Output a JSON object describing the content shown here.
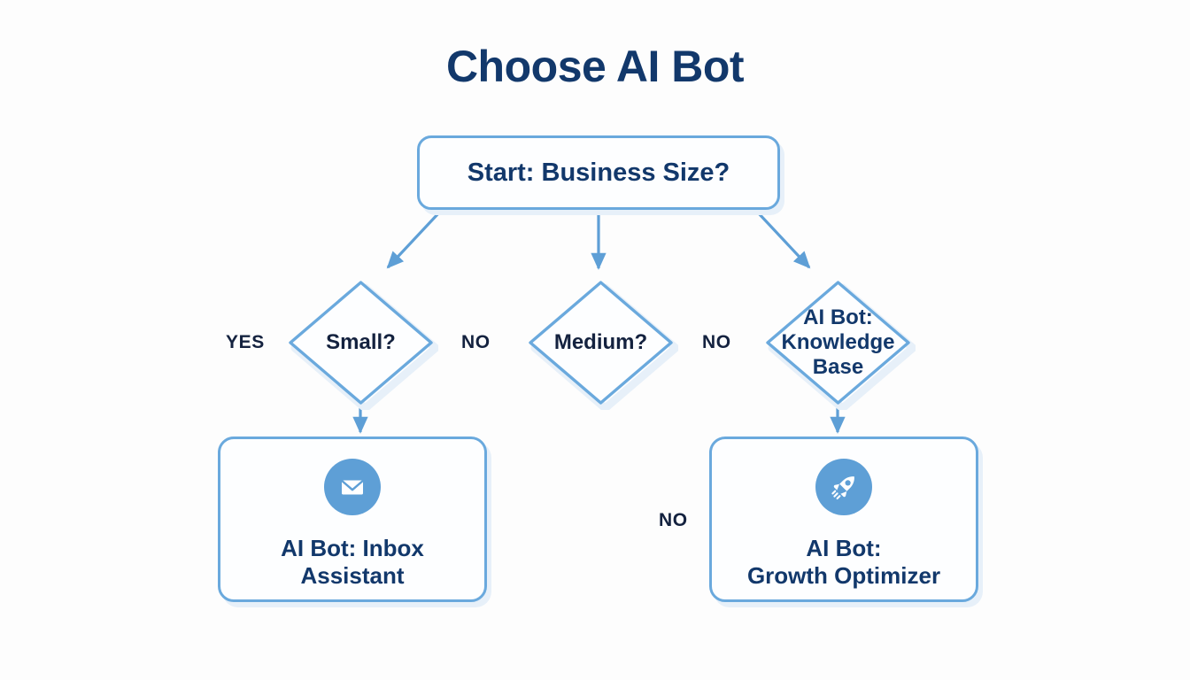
{
  "title": "Choose AI Bot",
  "theme": {
    "background": "#fdfdfd",
    "title_color": "#12386b",
    "node_border": "#6aa9dd",
    "node_fill": "#fdfeff",
    "node_shadow": "#e7f0f9",
    "arrow_color": "#5e9fd6",
    "icon_circle": "#5e9fd6",
    "icon_glyph": "#ffffff",
    "text_dark": "#14223f"
  },
  "nodes": {
    "start": {
      "id": "start",
      "shape": "rounded-rect",
      "label": "Start: Business Size?"
    },
    "decision_small": {
      "id": "small",
      "shape": "diamond",
      "label": "Small?"
    },
    "decision_medium": {
      "id": "medium",
      "shape": "diamond",
      "label": "Medium?"
    },
    "decision_knowledge": {
      "id": "knowledge",
      "shape": "diamond",
      "label": "AI Bot:\nKnowledge\nBase"
    },
    "result_inbox": {
      "id": "inbox",
      "shape": "card",
      "icon": "envelope-icon",
      "label": "AI Bot: Inbox\nAssistant"
    },
    "result_growth": {
      "id": "growth",
      "shape": "card",
      "icon": "rocket-icon",
      "label": "AI Bot:\nGrowth Optimizer"
    }
  },
  "edge_labels": {
    "small_yes": "YES",
    "small_no": "NO",
    "medium_no": "NO",
    "growth_no": "NO"
  },
  "edges": [
    {
      "from": "start",
      "to": "small",
      "label": ""
    },
    {
      "from": "start",
      "to": "medium",
      "label": ""
    },
    {
      "from": "start",
      "to": "knowledge",
      "label": ""
    },
    {
      "from": "small",
      "to": "inbox",
      "label": ""
    },
    {
      "from": "knowledge",
      "to": "growth",
      "label": ""
    }
  ]
}
